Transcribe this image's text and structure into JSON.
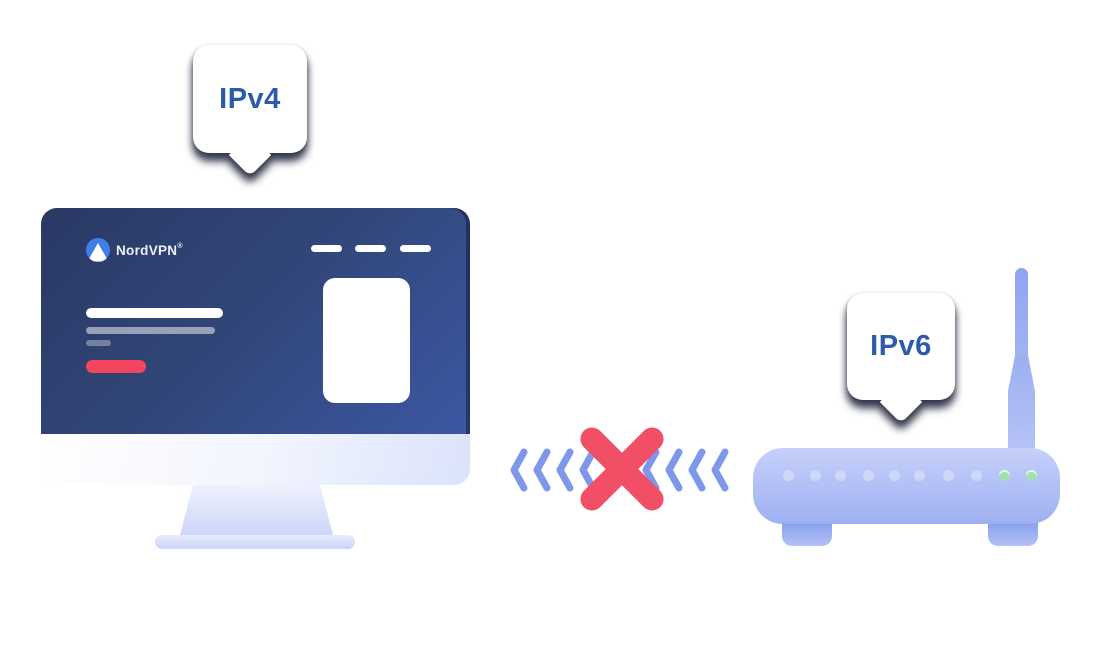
{
  "computer": {
    "bubble_label": "IPv4",
    "screen": {
      "brand_name": "NordVPN",
      "brand_mark": "®",
      "nav_dash_count": 3,
      "cta_color": "#f4455f"
    }
  },
  "router": {
    "bubble_label": "IPv6",
    "leds": {
      "total": 10,
      "inactive": 8,
      "active_green": 2
    }
  },
  "connection": {
    "status_icon": "blocked-x-icon",
    "signal_chevrons_per_side": 4,
    "signal_direction": "left"
  },
  "colors": {
    "screen_gradient_start": "#2a3965",
    "screen_gradient_end": "#3c57a4",
    "blocked_x_red": "#f04f66",
    "cta_red": "#f4455f",
    "chevron_blue": "#7e97eb",
    "bubble_text_blue": "#2b5ba9",
    "router_body_blue": "#aebdf5",
    "led_green": "#9fe2b2",
    "logo_circle_blue": "#3d7fe4",
    "background": "#ffffff"
  }
}
